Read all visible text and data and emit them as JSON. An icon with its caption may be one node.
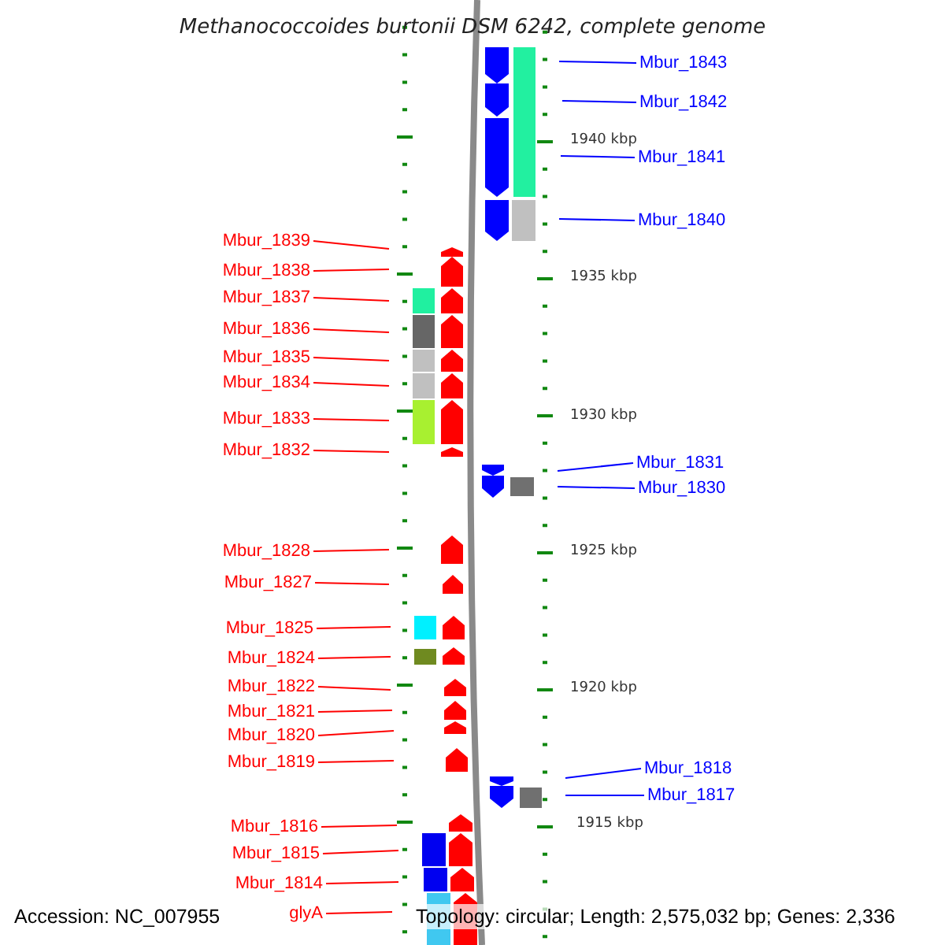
{
  "diagram": {
    "title": "Methanococcoides burtonii DSM 6242, complete genome",
    "nodes": [
      {
        "text": [
          "Mbur_1843"
        ]
      },
      {
        "text": [
          "Mbur_1842"
        ]
      },
      {
        "text": [
          "Mbur_1841"
        ]
      },
      {
        "text": [
          "Mbur_1840"
        ]
      },
      {
        "text": [
          "Mbur_1839"
        ]
      },
      {
        "text": [
          "Mbur_1838"
        ]
      },
      {
        "text": [
          "Mbur_1837"
        ]
      },
      {
        "text": [
          "Mbur_1836"
        ]
      },
      {
        "text": [
          "Mbur_1835"
        ]
      },
      {
        "text": [
          "Mbur_1834"
        ]
      },
      {
        "text": [
          "Mbur_1833"
        ]
      },
      {
        "text": [
          "Mbur_1832"
        ]
      },
      {
        "text": [
          "Mbur_1831"
        ]
      },
      {
        "text": [
          "Mbur_1830"
        ]
      },
      {
        "text": [
          "Mbur_1828"
        ]
      },
      {
        "text": [
          "Mbur_1827"
        ]
      },
      {
        "text": [
          "Mbur_1825"
        ]
      },
      {
        "text": [
          "Mbur_1824"
        ]
      },
      {
        "text": [
          "Mbur_1822"
        ]
      },
      {
        "text": [
          "Mbur_1821"
        ]
      },
      {
        "text": [
          "Mbur_1820"
        ]
      },
      {
        "text": [
          "Mbur_1819"
        ]
      },
      {
        "text": [
          "Mbur_1818"
        ]
      },
      {
        "text": [
          "Mbur_1817"
        ]
      },
      {
        "text": [
          "Mbur_1816"
        ]
      },
      {
        "text": [
          "Mbur_1815"
        ]
      },
      {
        "text": [
          "Mbur_1814"
        ]
      },
      {
        "text": [
          "glyA"
        ]
      }
    ],
    "edges": [
      {
        "from": 0,
        "to": null,
        "arrow": "none",
        "color": "#0000ff"
      },
      {
        "from": 1,
        "to": null,
        "arrow": "none",
        "color": "#0000ff"
      },
      {
        "from": 2,
        "to": null,
        "arrow": "none",
        "color": "#0000ff"
      },
      {
        "from": 3,
        "to": null,
        "arrow": "none",
        "color": "#0000ff"
      },
      {
        "from": 4,
        "to": null,
        "arrow": "none"
      },
      {
        "from": 5,
        "to": null,
        "arrow": "none"
      },
      {
        "from": 6,
        "to": null,
        "arrow": "none"
      },
      {
        "from": 7,
        "to": null,
        "arrow": "none"
      },
      {
        "from": 8,
        "to": null,
        "arrow": "none"
      },
      {
        "from": 9,
        "to": null,
        "arrow": "none"
      },
      {
        "from": 10,
        "to": null,
        "arrow": "none"
      },
      {
        "from": 11,
        "to": null,
        "arrow": "none"
      },
      {
        "from": 12,
        "to": null,
        "arrow": "none",
        "color": "#0000ff"
      },
      {
        "from": 13,
        "to": null,
        "arrow": "none",
        "color": "#0000ff"
      },
      {
        "from": 14,
        "to": null,
        "arrow": "none"
      },
      {
        "from": 15,
        "to": null,
        "arrow": "none"
      },
      {
        "from": 16,
        "to": null,
        "arrow": "none"
      },
      {
        "from": 17,
        "to": null,
        "arrow": "none"
      },
      {
        "from": 18,
        "to": null,
        "arrow": "none"
      },
      {
        "from": 19,
        "to": null,
        "arrow": "none"
      },
      {
        "from": 20,
        "to": null,
        "arrow": "none"
      },
      {
        "from": 21,
        "to": null,
        "arrow": "none"
      },
      {
        "from": 22,
        "to": null,
        "arrow": "none",
        "color": "#0000ff"
      },
      {
        "from": 23,
        "to": null,
        "arrow": "none",
        "color": "#0000ff"
      },
      {
        "from": 24,
        "to": null,
        "arrow": "none"
      },
      {
        "from": 25,
        "to": null,
        "arrow": "none"
      },
      {
        "from": 26,
        "to": null,
        "arrow": "none"
      },
      {
        "from": 27,
        "to": null,
        "arrow": "none"
      }
    ],
    "labels": [
      "1940 kbp",
      "1935 kbp",
      "1930 kbp",
      "1925 kbp",
      "1920 kbp",
      "1915 kbp",
      "Accession: NC_007955",
      "Topology: circular; Length: 2,575,032 bp; Genes: 2,336"
    ]
  }
}
